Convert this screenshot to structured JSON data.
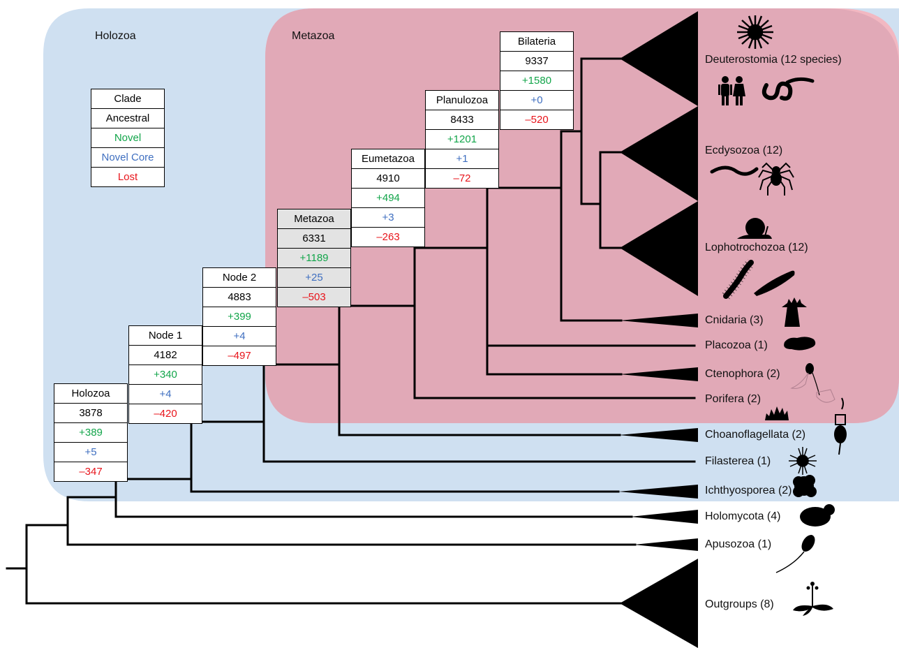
{
  "regions": {
    "holozoa": "Holozoa",
    "metazoa": "Metazoa"
  },
  "legend": {
    "clade": "Clade",
    "ancestral": "Ancestral",
    "novel": "Novel",
    "novel_core": "Novel Core",
    "lost": "Lost"
  },
  "nodes": [
    {
      "clade": "Holozoa",
      "ancestral": "3878",
      "novel": "+389",
      "novel_core": "+5",
      "lost": "–347"
    },
    {
      "clade": "Node 1",
      "ancestral": "4182",
      "novel": "+340",
      "novel_core": "+4",
      "lost": "–420"
    },
    {
      "clade": "Node 2",
      "ancestral": "4883",
      "novel": "+399",
      "novel_core": "+4",
      "lost": "–497"
    },
    {
      "clade": "Metazoa",
      "ancestral": "6331",
      "novel": "+1189",
      "novel_core": "+25",
      "lost": "–503"
    },
    {
      "clade": "Eumetazoa",
      "ancestral": "4910",
      "novel": "+494",
      "novel_core": "+3",
      "lost": "–263"
    },
    {
      "clade": "Planulozoa",
      "ancestral": "8433",
      "novel": "+1201",
      "novel_core": "+1",
      "lost": "–72"
    },
    {
      "clade": "Bilateria",
      "ancestral": "9337",
      "novel": "+1580",
      "novel_core": "+0",
      "lost": "–520"
    }
  ],
  "taxa": [
    {
      "label": "Deuterostomia (12 species)",
      "icon": "sea-urchin-human-worm"
    },
    {
      "label": "Ecdysozoa (12)",
      "icon": "nematode-spider"
    },
    {
      "label": "Lophotrochozoa (12)",
      "icon": "snail-annelid-flatworm"
    },
    {
      "label": "Cnidaria (3)",
      "icon": "anemone"
    },
    {
      "label": "Placozoa (1)",
      "icon": "placozoan"
    },
    {
      "label": "Ctenophora (2)",
      "icon": "comb-jelly"
    },
    {
      "label": "Porifera (2)",
      "icon": "sponge"
    },
    {
      "label": "Choanoflagellata (2)",
      "icon": "choanoflagellate"
    },
    {
      "label": "Filasterea (1)",
      "icon": "capsaspora"
    },
    {
      "label": "Ichthyosporea (2)",
      "icon": "ichthyosporean-cluster"
    },
    {
      "label": "Holomycota (4)",
      "icon": "yeast"
    },
    {
      "label": "Apusozoa (1)",
      "icon": "flagellate"
    },
    {
      "label": "Outgroups (8)",
      "icon": "arabidopsis-plant"
    }
  ],
  "colors": {
    "holozoa_bg": "#cfe0f1",
    "metazoa_bg": "#e1a9b7",
    "metazoa_edge": "#f2b8c2",
    "novel": "#12a54a",
    "novel_core": "#3f6fc0",
    "lost": "#e8141b",
    "shaded_table": "#e3e3e3"
  }
}
